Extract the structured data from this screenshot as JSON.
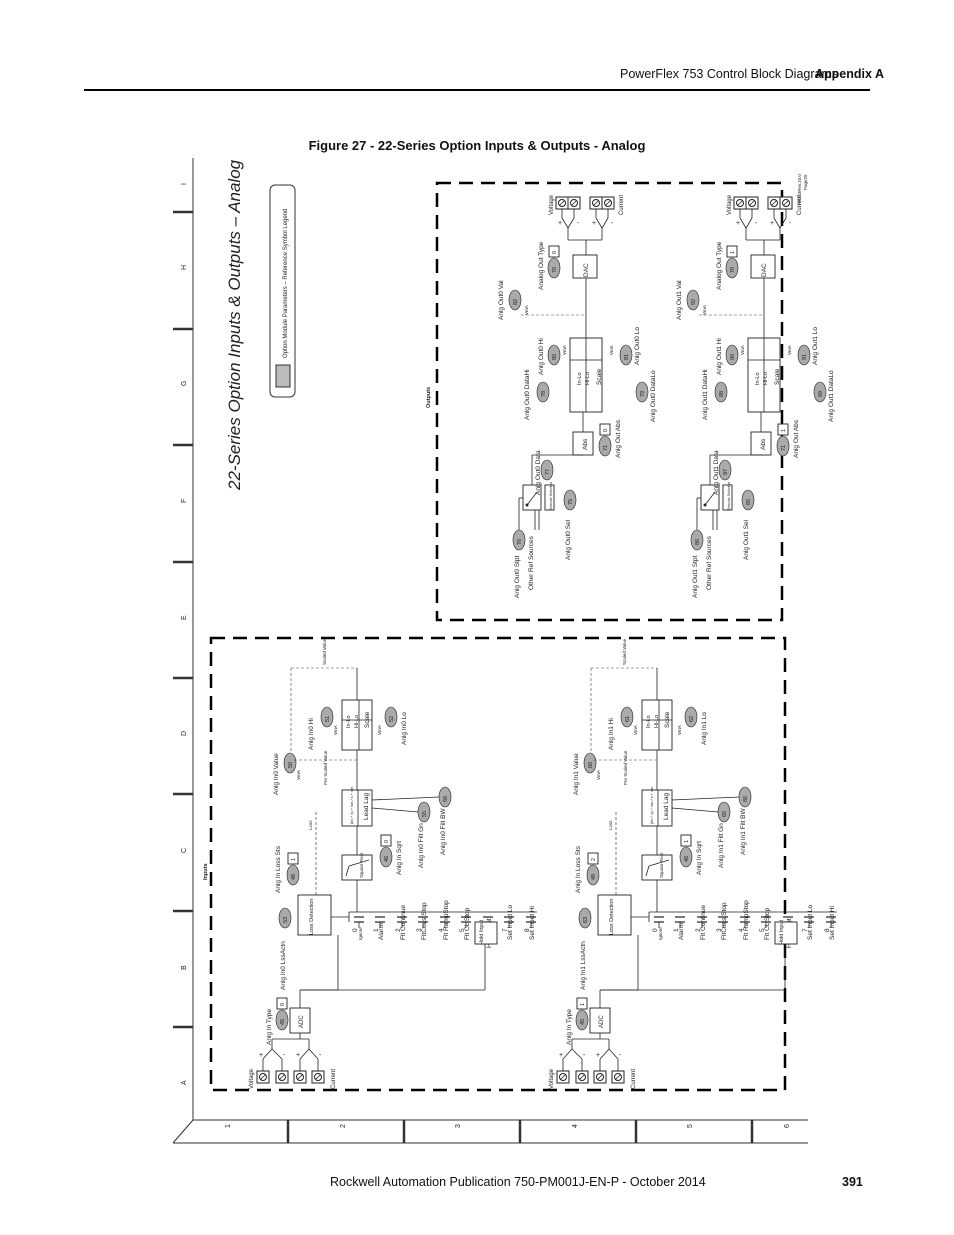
{
  "header": {
    "title": "PowerFlex 753 Control Block Diagrams",
    "appendix": "Appendix A"
  },
  "figure": {
    "title": "Figure 27 - 22-Series Option Inputs & Outputs - Analog"
  },
  "diagram": {
    "main_title": "22-Series Option Inputs & Outputs – Analog",
    "legend": "Option Module Parameters – Reference Symbol Legend",
    "rev": "PF753Rev.10.0",
    "page_ref": "Page25",
    "grid_letters": [
      "A",
      "B",
      "C",
      "D",
      "E",
      "F",
      "G",
      "H",
      "I"
    ],
    "grid_numbers": [
      "1",
      "2",
      "3",
      "4",
      "5",
      "6"
    ],
    "inputs_label": "Inputs",
    "outputs_label": "Outputs",
    "common": {
      "voltage": "Voltage",
      "current": "Current",
      "adc": "ADC",
      "dac": "DAC",
      "plus": "+",
      "minus": "-",
      "loss_detection": "Loss Detection",
      "square_root": "Square Root",
      "lead_lag": "Lead Lag",
      "scale": "Scale",
      "hi_lo": "Hi-Lo",
      "in_lo": "In-Lo",
      "abs": "Abs",
      "vmx": "VmA",
      "pre_scaled": "Pre Scaled Value",
      "scaled": "Scaled Value",
      "loss": "Loss",
      "hold_input": "Hold Input",
      "lead_lag_formula": "(kn * s) + wn / s + wn",
      "other_ref": "Other Ref Sources",
      "selector": "Selector Selection"
    },
    "loss_options": [
      {
        "num": "0",
        "label": "Ignore"
      },
      {
        "num": "1",
        "label": "Alarm"
      },
      {
        "num": "2",
        "label": "Flt Continue"
      },
      {
        "num": "3",
        "label": "FltCoastStop"
      },
      {
        "num": "4",
        "label": "Flt RampStop"
      },
      {
        "num": "5",
        "label": "Flt CL Stop"
      },
      {
        "num": "6",
        "label": "Hold Input"
      },
      {
        "num": "7",
        "label": "Set Input Lo"
      },
      {
        "num": "8",
        "label": "Set Input Hi"
      }
    ],
    "in0": {
      "type": "Anlg In Type",
      "type_p": "45",
      "type_v": "0",
      "loss_actn": "Anlg In0 LssActn",
      "loss_actn_p": "53",
      "loss_sts": "Anlg In Loss Sts",
      "loss_sts_p": "46",
      "loss_sts_v": "1",
      "sqrt": "Anlg In Sqrt",
      "sqrt_p": "46",
      "sqrt_v": "0",
      "filt_gn": "Anlg In0 Filt Gn",
      "filt_gn_p": "55",
      "filt_bw": "Anlg In0 Filt BW",
      "filt_bw_p": "56",
      "value": "Anlg In0 Value",
      "value_p": "50",
      "hi": "Anlg In0 Hi",
      "hi_p": "51",
      "lo": "Anlg In0 Lo",
      "lo_p": "52"
    },
    "in1": {
      "type": "Anlg In Type",
      "type_p": "45",
      "type_v": "1",
      "loss_actn": "Anlg In1 LssActn",
      "loss_actn_p": "63",
      "loss_sts": "Anlg In Loss Sts",
      "loss_sts_p": "49",
      "loss_sts_v": "2",
      "sqrt": "Anlg In Sqrt",
      "sqrt_p": "46",
      "sqrt_v": "1",
      "filt_gn": "Anlg In1 Filt Gn",
      "filt_gn_p": "65",
      "filt_bw": "Anlg In1 Filt BW",
      "filt_bw_p": "66",
      "value": "Anlg In1 Value",
      "value_p": "60",
      "hi": "Anlg In1 Hi",
      "hi_p": "61",
      "lo": "Anlg In1 Lo",
      "lo_p": "62"
    },
    "out0": {
      "stpt": "Anlg Out0 Stpt",
      "stpt_p": "76",
      "sel": "Anlg Out0 Sel",
      "sel_p": "75",
      "data": "Anlg Out0 Data",
      "data_p": "77",
      "abs_lbl": "Anlg Out Abs",
      "abs_p": "71",
      "abs_v": "0",
      "data_hi": "Anlg Out0 DataHi",
      "data_hi_p": "78",
      "data_lo": "Anlg Out0 DataLo",
      "data_lo_p": "79",
      "hi": "Anlg Out0 Hi",
      "hi_p": "80",
      "lo": "Anlg Out0 Lo",
      "lo_p": "81",
      "val": "Anlg Out0 Val",
      "val_p": "82",
      "type": "Analog Out Type",
      "type_p": "70",
      "type_v": "0"
    },
    "out1": {
      "stpt": "Anlg Out1 Stpt",
      "stpt_p": "86",
      "sel": "Anlg Out1 Sel",
      "sel_p": "85",
      "data": "Anlg Out1 Data",
      "data_p": "87",
      "abs_lbl": "Anlg Out Abs",
      "abs_p": "71",
      "abs_v": "1",
      "data_hi": "Anlg Out1 DataHi",
      "data_hi_p": "88",
      "data_lo": "Anlg Out1 DataLo",
      "data_lo_p": "89",
      "hi": "Anlg Out1 Hi",
      "hi_p": "90",
      "lo": "Anlg Out1 Lo",
      "lo_p": "91",
      "val": "Anlg Out1 Val",
      "val_p": "92",
      "type": "Analog Out Type",
      "type_p": "70",
      "type_v": "1"
    }
  },
  "footer": {
    "publication": "Rockwell Automation Publication 750-PM001J-EN-P - October 2014",
    "page_number": "391"
  }
}
